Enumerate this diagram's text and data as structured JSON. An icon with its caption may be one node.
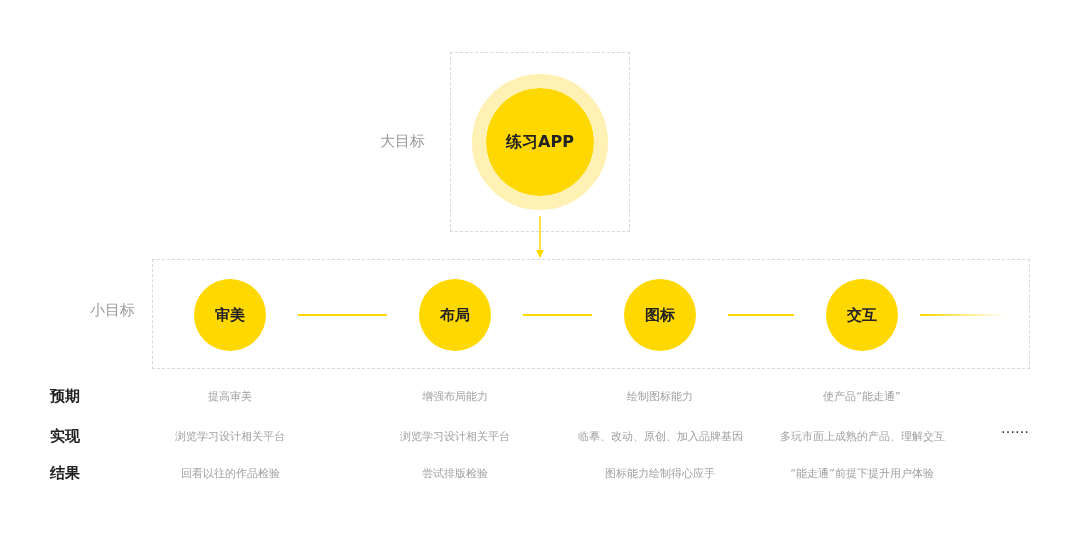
{
  "diagram": {
    "nodes": [
      {
        "text": [
          "大目标"
        ]
      },
      {
        "text": [
          "练习APP"
        ],
        "in": 0
      },
      {
        "text": [
          "小目标"
        ]
      },
      {
        "text": [
          "审美"
        ],
        "in": 2
      },
      {
        "text": [
          "布局"
        ],
        "in": 2
      },
      {
        "text": [
          "图标"
        ],
        "in": 2
      },
      {
        "text": [
          "交互"
        ],
        "in": 2
      }
    ],
    "edges": [
      {
        "from": 1,
        "to": 2,
        "arrow": "to"
      },
      {
        "from": 3,
        "to": 4,
        "arrow": "none"
      },
      {
        "from": 4,
        "to": 5,
        "arrow": "none"
      },
      {
        "from": 5,
        "to": 6,
        "arrow": "none"
      },
      {
        "from": 6,
        "to": null,
        "arrow": "none"
      }
    ],
    "labels": [
      "预期",
      "提高审美",
      "增强布局能力",
      "绘制图标能力",
      "使产品“能走通”",
      "实现",
      "浏览学习设计相关平台",
      "浏览学习设计相关平台",
      "临摹、改动、原创、加入品牌基因",
      "多玩市面上成熟的产品、理解交互",
      "……",
      "结果",
      "回看以往的作品检验",
      "尝试排版检验",
      "图标能力绘制得心应手",
      "“能走通”前提下提升用户体验"
    ]
  }
}
